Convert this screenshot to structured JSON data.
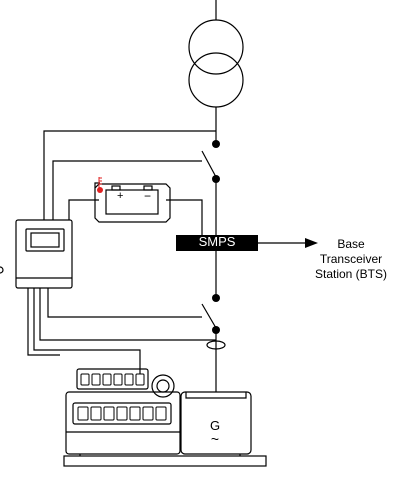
{
  "diagram": {
    "smps_label": "SMPS",
    "bts_label": "Base Transceiver Station (BTS)",
    "bts_label_lines": [
      "Base",
      "Transceiver",
      "Station (BTS)"
    ],
    "generator_label": "G",
    "generator_symbol": "~",
    "battery_plus": "+",
    "battery_minus": "−"
  },
  "colors": {
    "line": "#000000",
    "smps_fill": "#000000",
    "smps_text": "#ffffff",
    "indicator": "#e02020"
  }
}
